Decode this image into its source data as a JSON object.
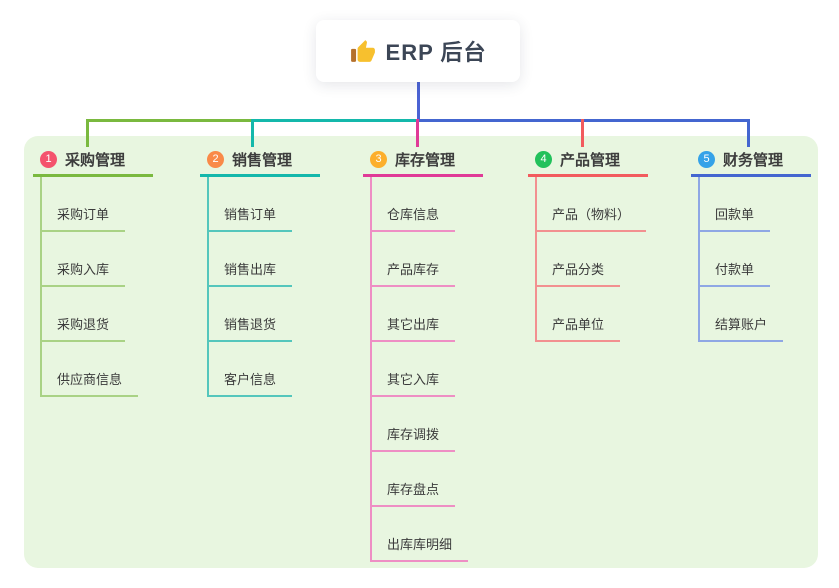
{
  "root": {
    "label": "ERP 后台",
    "icon": "thumbs-up-icon",
    "icon_hand_color": "#f7c02e",
    "icon_sleeve_color": "#b5712c"
  },
  "canvas": {
    "panel_color": "#e8f6e0",
    "stem_color": "#4b63d4"
  },
  "branches": [
    {
      "number": "1",
      "title": "采购管理",
      "badge_color": "#f4536d",
      "line_color": "#7ab93f",
      "child_line_color": "#a9d285",
      "children": [
        "采购订单",
        "采购入库",
        "采购退货",
        "供应商信息"
      ]
    },
    {
      "number": "2",
      "title": "销售管理",
      "badge_color": "#f98a48",
      "line_color": "#14b8ab",
      "child_line_color": "#54c6bc",
      "children": [
        "销售订单",
        "销售出库",
        "销售退货",
        "客户信息"
      ]
    },
    {
      "number": "3",
      "title": "库存管理",
      "badge_color": "#fcaf2c",
      "line_color": "#e03a97",
      "child_line_color": "#ee8ec4",
      "children": [
        "仓库信息",
        "产品库存",
        "其它出库",
        "其它入库",
        "库存调拨",
        "库存盘点",
        "出库库明细"
      ]
    },
    {
      "number": "4",
      "title": "产品管理",
      "badge_color": "#22c15b",
      "line_color": "#f25b5e",
      "child_line_color": "#f29090",
      "children": [
        "产品（物料）",
        "产品分类",
        "产品单位"
      ]
    },
    {
      "number": "5",
      "title": "财务管理",
      "badge_color": "#35a2e8",
      "line_color": "#4466d0",
      "child_line_color": "#8fa7e4",
      "children": [
        "回款单",
        "付款单",
        "结算账户"
      ]
    }
  ]
}
